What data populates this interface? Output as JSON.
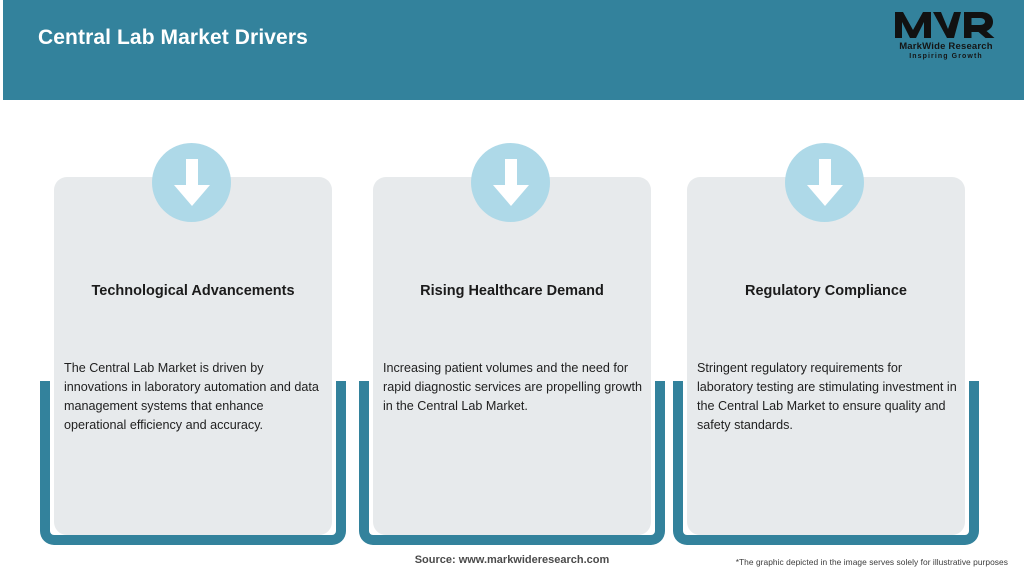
{
  "header": {
    "title": "Central Lab Market Drivers",
    "bar_color": "#33829c"
  },
  "logo": {
    "mark": "MWR",
    "name": "MarkWide Research",
    "tagline": "Inspiring Growth"
  },
  "theme": {
    "accent": "#33829c",
    "card_bg": "#e7eaec",
    "icon_circle": "#aed9e8",
    "icon_arrow": "#ffffff"
  },
  "cards": [
    {
      "icon": "arrow-down-icon",
      "title": "Technological Advancements",
      "body": "The Central Lab Market is driven by innovations in laboratory automation and data management systems that enhance operational efficiency and accuracy."
    },
    {
      "icon": "arrow-down-icon",
      "title": "Rising Healthcare Demand",
      "body": "Increasing patient volumes and the need for rapid diagnostic services are propelling growth in the Central Lab Market."
    },
    {
      "icon": "arrow-down-icon",
      "title": "Regulatory Compliance",
      "body": "Stringent regulatory requirements for laboratory testing are stimulating investment in the Central Lab Market to ensure quality and safety standards."
    }
  ],
  "footer": {
    "source": "Source: www.markwideresearch.com",
    "disclaimer": "*The graphic depicted in the image serves solely for illustrative purposes"
  }
}
